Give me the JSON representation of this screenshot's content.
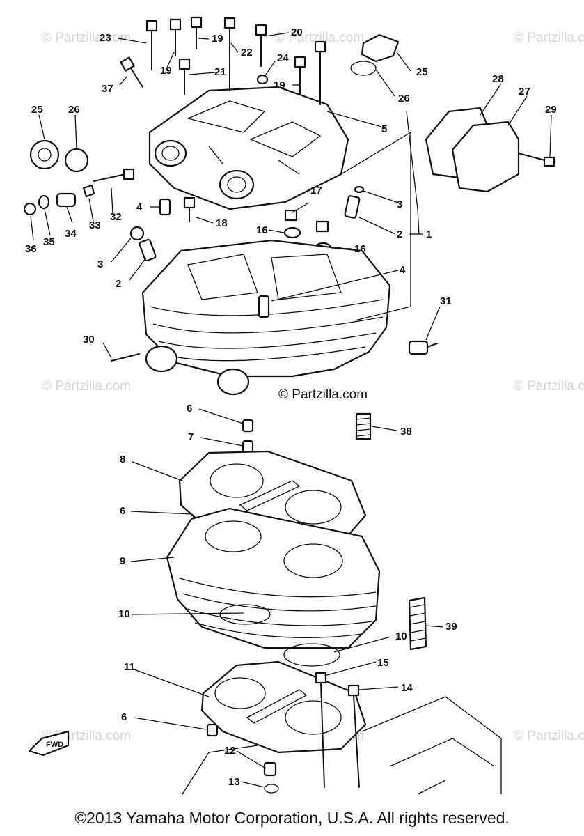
{
  "watermarks": {
    "text": "© Partzilla.com",
    "center_text": "© Partzilla.com"
  },
  "fwd_badge": "FWD",
  "copyright": "©2013 Yamaha Motor Corporation, U.S.A. All rights reserved.",
  "callouts": [
    "1",
    "2",
    "3",
    "4",
    "5",
    "6",
    "7",
    "8",
    "9",
    "10",
    "11",
    "12",
    "13",
    "14",
    "15",
    "16",
    "17",
    "18",
    "19",
    "20",
    "21",
    "22",
    "23",
    "24",
    "25",
    "26",
    "27",
    "28",
    "29",
    "30",
    "31",
    "32",
    "33",
    "34",
    "35",
    "36",
    "37",
    "38",
    "39"
  ]
}
